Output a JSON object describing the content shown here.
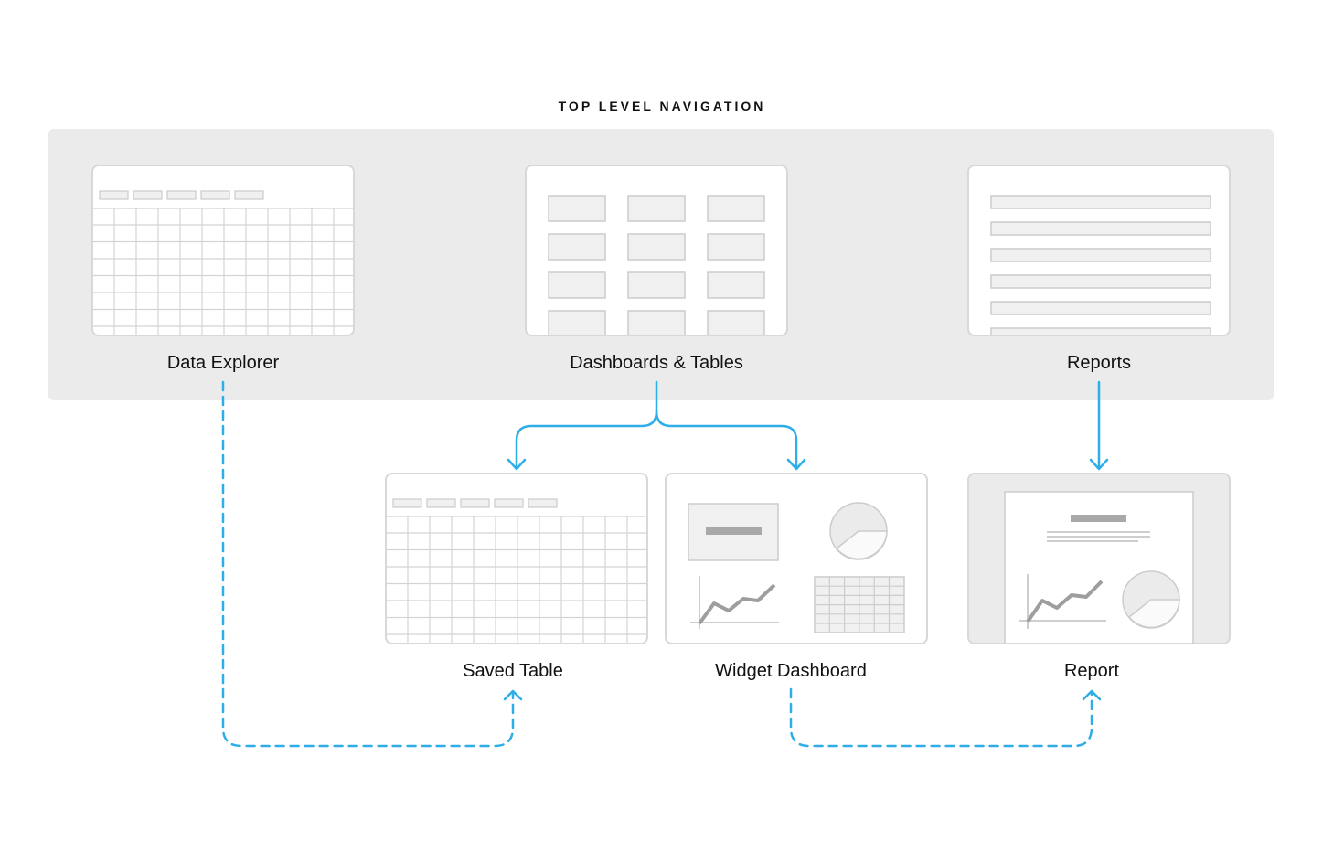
{
  "section_title": "TOP LEVEL NAVIGATION",
  "nav_items": [
    {
      "label": "Data Explorer"
    },
    {
      "label": "Dashboards & Tables"
    },
    {
      "label": "Reports"
    }
  ],
  "destinations": [
    {
      "label": "Saved Table"
    },
    {
      "label": "Widget Dashboard"
    },
    {
      "label": "Report"
    }
  ],
  "colors": {
    "arrow": "#2eaee8",
    "panel_bg": "#ebebeb",
    "card_border": "#d8d8d8",
    "placeholder_fill": "#f0f0f0",
    "placeholder_stroke": "#cccccc",
    "chart_line": "#9e9e9e"
  }
}
